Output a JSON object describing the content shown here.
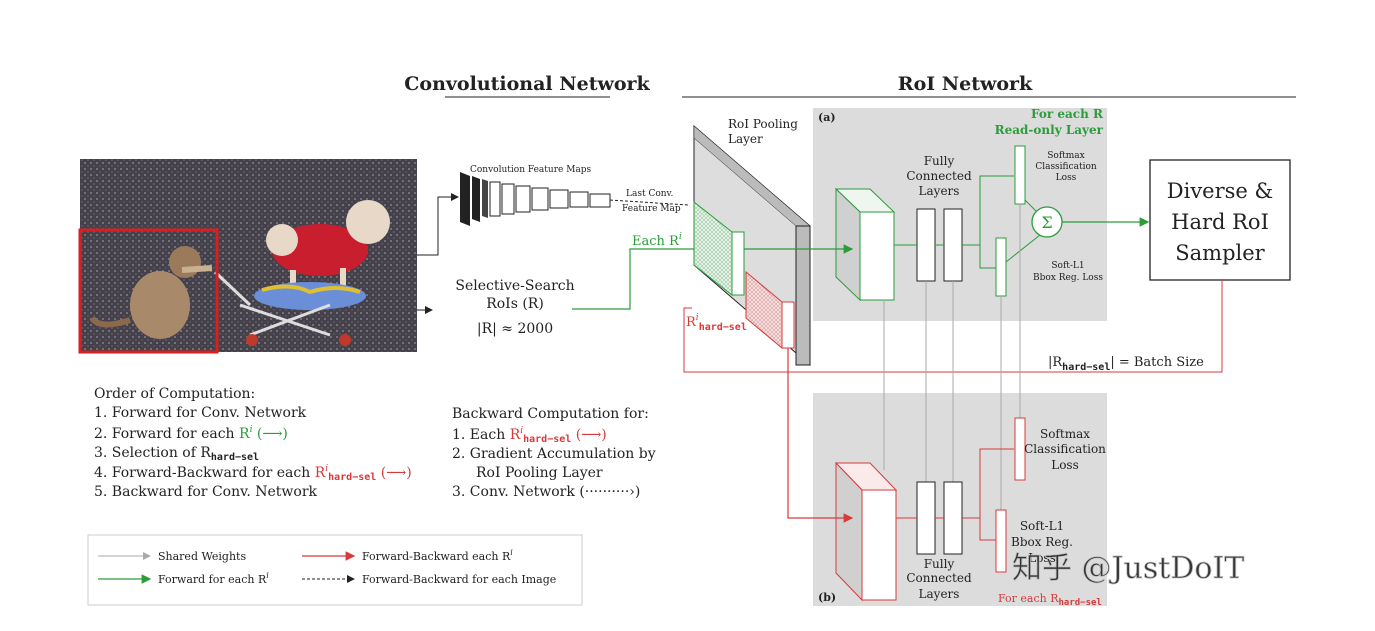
{
  "colors": {
    "green": "#2a9d3a",
    "red": "#d83a3a",
    "panel_gray": "#dcdcdc",
    "line_gray": "#aaaaaa"
  },
  "headers": {
    "conv_network": "Convolutional Network",
    "roi_network": "RoI Network"
  },
  "conv": {
    "feature_maps_label": "Convolution Feature Maps",
    "last_conv_label_1": "Last Conv.",
    "last_conv_label_2": "Feature Map"
  },
  "selective_search": {
    "line1": "Selective-Search",
    "line2": "RoIs (R)",
    "line3": "|R| ≈ 2000"
  },
  "roi_pooling": {
    "line1": "RoI Pooling",
    "line2": "Layer"
  },
  "each_r": "Each R",
  "each_r_sup": "i",
  "r_hard_sel": {
    "base": "R",
    "sup": "i",
    "sub": "hard−sel"
  },
  "panel_a": {
    "tag": "(a)",
    "for_each": "For each R",
    "read_only": "Read-only Layer",
    "fc_line1": "Fully",
    "fc_line2": "Connected",
    "fc_line3": "Layers",
    "softmax_line1": "Softmax",
    "softmax_line2": "Classification",
    "softmax_line3": "Loss",
    "bbox_line1": "Soft-L1",
    "bbox_line2": "Bbox Reg. Loss",
    "sum_symbol": "Σ"
  },
  "panel_b": {
    "tag": "(b)",
    "fc_line1": "Fully",
    "fc_line2": "Connected",
    "fc_line3": "Layers",
    "softmax_line1": "Softmax",
    "softmax_line2": "Classification",
    "softmax_line3": "Loss",
    "bbox_line1": "Soft-L1",
    "bbox_line2": "Bbox Reg.",
    "bbox_line3": "Loss",
    "for_each_base": "For each R",
    "for_each_sub": "hard−sel"
  },
  "sampler": {
    "line1": "Diverse &",
    "line2": "Hard RoI",
    "line3": "Sampler"
  },
  "batch_size": {
    "prefix": "|R",
    "sub": "hard−sel",
    "suffix": "| = Batch Size"
  },
  "order": {
    "title": "Order of Computation:",
    "item1": "1.  Forward for Conv. Network",
    "item2_prefix": "2.  Forward for each ",
    "item2_colored": "R",
    "item2_sup": "i",
    "item2_arrow": " (⟶)",
    "item3_prefix": "3.  Selection of R",
    "item3_sub": "hard−sel",
    "item4_prefix": "4.  Forward-Backward for each ",
    "item4_colored": "R",
    "item4_sup": "i",
    "item4_sub": "hard−sel",
    "item4_arrow": " (⟶)",
    "item5": "5.  Backward for Conv. Network"
  },
  "backward": {
    "title": "Backward Computation for:",
    "item1_prefix": "1.  Each ",
    "item1_colored": "R",
    "item1_sup": "i",
    "item1_sub": "hard−sel",
    "item1_arrow": " (⟶)",
    "item2_line1": "2.  Gradient Accumulation by",
    "item2_line2": "RoI Pooling Layer",
    "item3": "3.  Conv. Network (··········›)"
  },
  "legend": {
    "shared_weights": "Shared Weights",
    "forward_each": "Forward for each R",
    "forward_each_sup": "i",
    "fb_each": "Forward-Backward each R",
    "fb_each_sup": "i",
    "fb_image": "Forward-Backward for each Image"
  },
  "watermark": "知乎 @JustDoIT"
}
